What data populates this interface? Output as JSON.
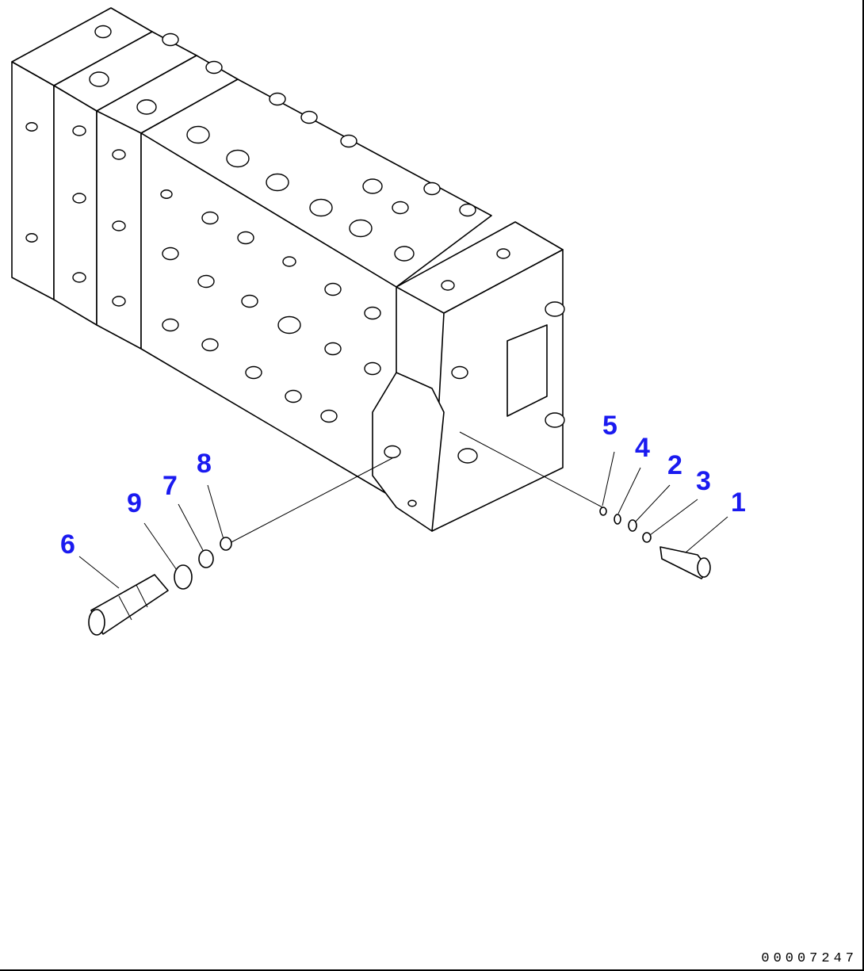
{
  "diagram": {
    "callout_color": "#1a1af0",
    "callouts": [
      {
        "id": "1",
        "label": "1"
      },
      {
        "id": "2",
        "label": "2"
      },
      {
        "id": "3",
        "label": "3"
      },
      {
        "id": "4",
        "label": "4"
      },
      {
        "id": "5",
        "label": "5"
      },
      {
        "id": "6",
        "label": "6"
      },
      {
        "id": "7",
        "label": "7"
      },
      {
        "id": "8",
        "label": "8"
      },
      {
        "id": "9",
        "label": "9"
      }
    ],
    "drawing_number": "00007247"
  }
}
